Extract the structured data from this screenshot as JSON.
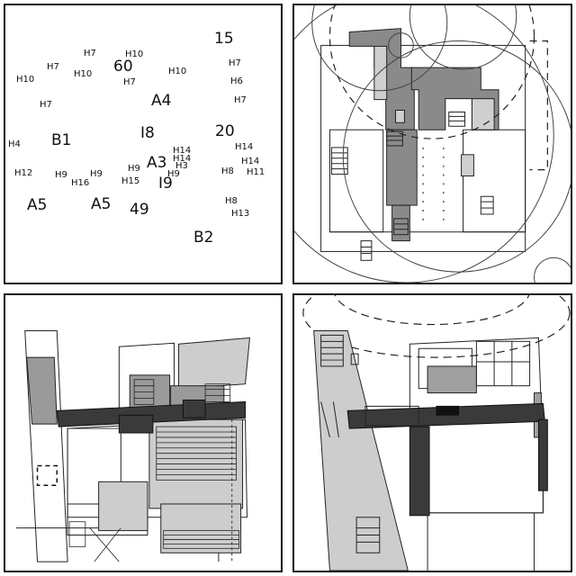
{
  "zone_map": {
    "labels": [
      {
        "text": "H7"
      },
      {
        "text": "H10"
      },
      {
        "text": "60"
      },
      {
        "text": "15"
      },
      {
        "text": "H7"
      },
      {
        "text": "H10"
      },
      {
        "text": "H7"
      },
      {
        "text": "H10"
      },
      {
        "text": "H7"
      },
      {
        "text": "H10"
      },
      {
        "text": "H6"
      },
      {
        "text": "A4"
      },
      {
        "text": "H7"
      },
      {
        "text": "H7"
      },
      {
        "text": "I8"
      },
      {
        "text": "20"
      },
      {
        "text": "B1"
      },
      {
        "text": "H4"
      },
      {
        "text": "H14"
      },
      {
        "text": "H14"
      },
      {
        "text": "H14"
      },
      {
        "text": "A3"
      },
      {
        "text": "H14"
      },
      {
        "text": "H3"
      },
      {
        "text": "H12"
      },
      {
        "text": "H9"
      },
      {
        "text": "H9"
      },
      {
        "text": "H9"
      },
      {
        "text": "H9"
      },
      {
        "text": "H8"
      },
      {
        "text": "H11"
      },
      {
        "text": "H16"
      },
      {
        "text": "H15"
      },
      {
        "text": "I9"
      },
      {
        "text": "A5"
      },
      {
        "text": "A5"
      },
      {
        "text": "49"
      },
      {
        "text": "H8"
      },
      {
        "text": "H13"
      },
      {
        "text": "B2"
      }
    ]
  }
}
